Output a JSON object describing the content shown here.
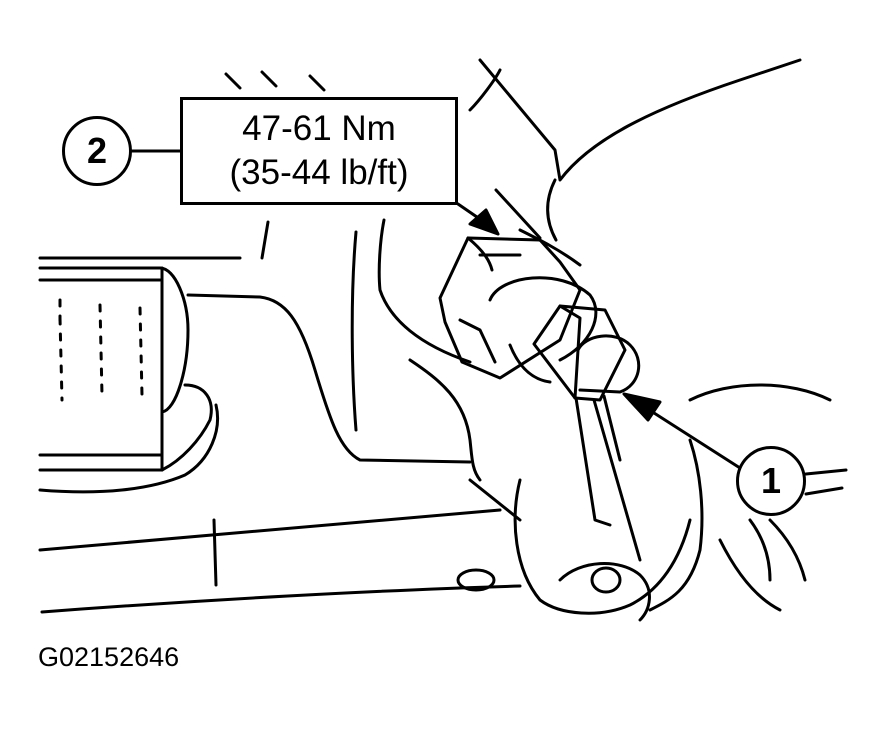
{
  "callouts": {
    "one": "1",
    "two": "2"
  },
  "torque_spec": {
    "metric": "47-61 Nm",
    "imperial": "(35-44 lb/ft)"
  },
  "figure_id": "G02152646",
  "colors": {
    "line": "#000000",
    "background": "#ffffff"
  }
}
